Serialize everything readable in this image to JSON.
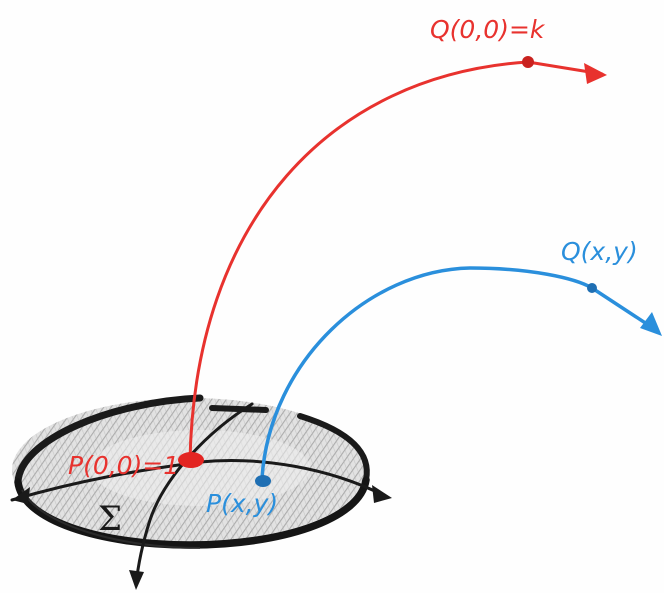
{
  "colors": {
    "red": "#e8322e",
    "blue": "#2a8fdc",
    "ink": "#1a1a1a",
    "shade": "#8c8c8c",
    "disk_fill": "#e4e4e4"
  },
  "labels": {
    "q00": "Q(0,0)=k",
    "qxy": "Q(x,y)",
    "p00": "P(0,0)=1",
    "pxy": "P(x,y)",
    "sigma": "Σ"
  }
}
